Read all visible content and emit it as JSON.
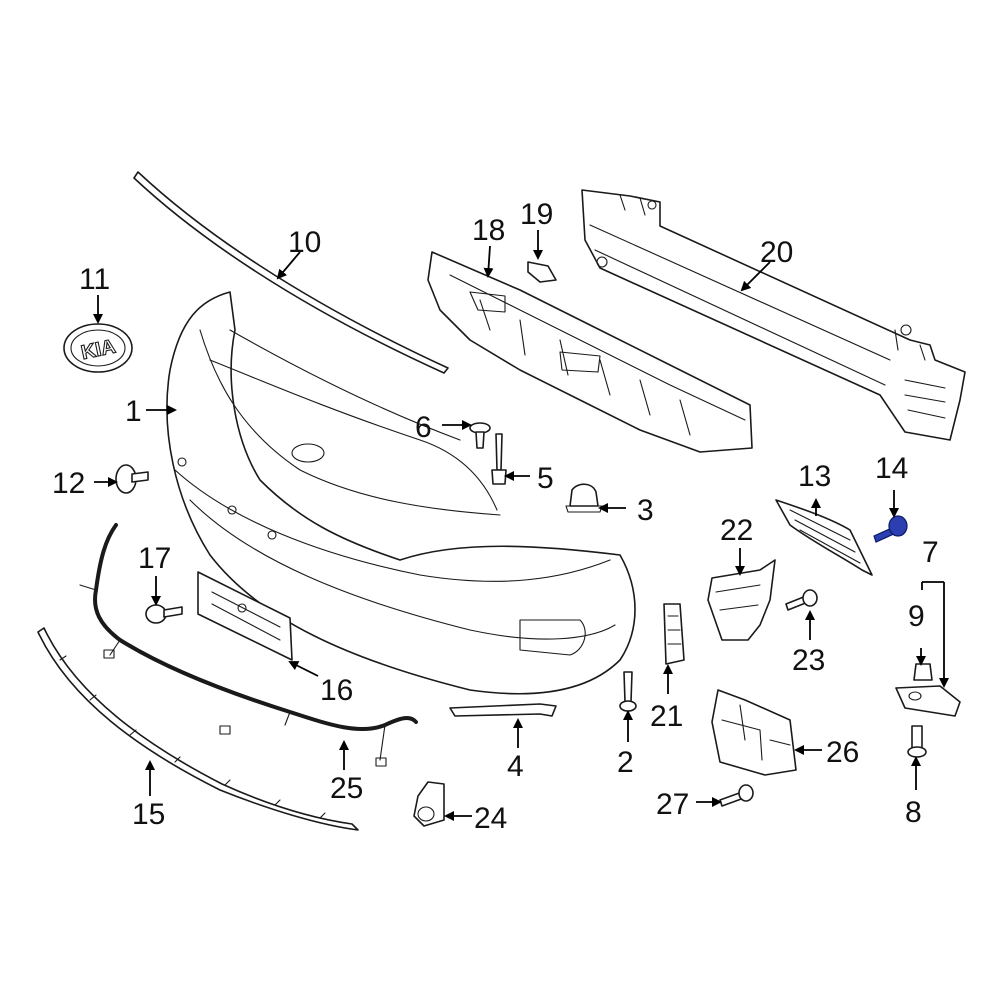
{
  "diagram": {
    "highlight_color": "#2b3fb0",
    "logo_text": "KIA",
    "callouts": [
      "1",
      "2",
      "3",
      "4",
      "5",
      "6",
      "7",
      "8",
      "9",
      "10",
      "11",
      "12",
      "13",
      "14",
      "15",
      "16",
      "17",
      "18",
      "19",
      "20",
      "21",
      "22",
      "23",
      "24",
      "25",
      "26",
      "27"
    ]
  }
}
